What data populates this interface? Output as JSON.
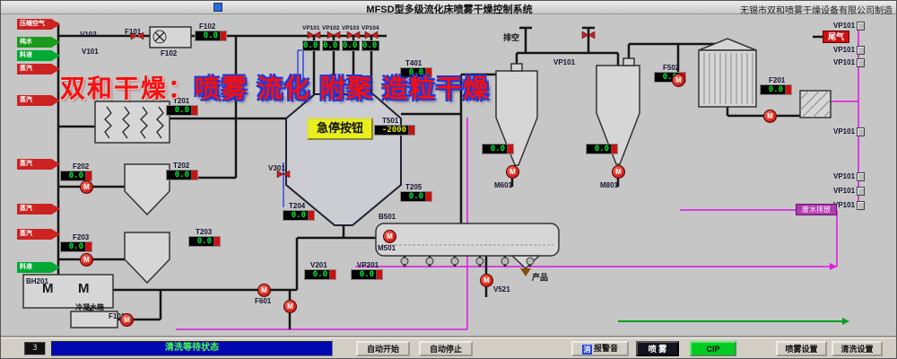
{
  "header": {
    "title": "MFSD型多级流化床喷雾干燥控制系统",
    "manufacturer": "无锡市双和喷雾干燥设备有限公司制造"
  },
  "watermark": {
    "brand": "双和干燥：",
    "slogan": "喷雾 流化 附聚 造粒干燥"
  },
  "diagram": {
    "estop_label": "急停按钮",
    "vent_label": "排空",
    "tailgas_label": "尾气",
    "product_label": "产品",
    "condensate_label": "冷凝水箱",
    "waste_label": "废水排放",
    "pump_symbol": "M",
    "feeds": [
      {
        "label": "压缩空气",
        "color": "#cc2222"
      },
      {
        "label": "纯水",
        "color": "#1a9a1a"
      },
      {
        "label": "料液",
        "color": "#00aa33"
      },
      {
        "label": "蒸汽",
        "color": "#cc2222"
      },
      {
        "label": "蒸汽",
        "color": "#cc2222"
      },
      {
        "label": "蒸汽",
        "color": "#cc2222"
      },
      {
        "label": "蒸汽",
        "color": "#cc2222"
      },
      {
        "label": "蒸汽",
        "color": "#cc2222"
      },
      {
        "label": "料液",
        "color": "#00aa33"
      }
    ],
    "instruments": [
      {
        "tag": "F102",
        "value": "0.0"
      },
      {
        "tag": "VP101",
        "value": "0.0"
      },
      {
        "tag": "VP102",
        "value": "0.0"
      },
      {
        "tag": "VP103",
        "value": "0.0"
      },
      {
        "tag": "VP104",
        "value": "0.0"
      },
      {
        "tag": "T401",
        "value": "0.0"
      },
      {
        "tag": "T201",
        "value": "0.0"
      },
      {
        "tag": "T202",
        "value": "0.0"
      },
      {
        "tag": "F202",
        "value": "0.0"
      },
      {
        "tag": "T203",
        "value": "0.0"
      },
      {
        "tag": "F203",
        "value": "0.0"
      },
      {
        "tag": "T204",
        "value": "0.0"
      },
      {
        "tag": "T205",
        "value": "0.0"
      },
      {
        "tag": "T501",
        "value": "-2000"
      },
      {
        "tag": "V201",
        "value": "0.0"
      },
      {
        "tag": "VP201",
        "value": "0.0"
      },
      {
        "tag": "F201",
        "value": "0.0"
      },
      {
        "tag": "F502",
        "value": "0.0"
      },
      {
        "tag": "",
        "value": "0.0"
      },
      {
        "tag": "",
        "value": "0.0"
      }
    ],
    "tags": [
      "F101",
      "V102",
      "V101",
      "F102",
      "V301",
      "B501",
      "M501",
      "M601",
      "M801",
      "V521",
      "F601",
      "F101",
      "BH201",
      "VP101",
      "VP101",
      "VP101",
      "VP101",
      "VP101",
      "VP101",
      "VP101",
      "VP101"
    ]
  },
  "footer": {
    "counter": "3",
    "status": "清洗等待状态",
    "buttons": {
      "auto_start": "自动开始",
      "auto_stop": "自动停止",
      "mute_icon": "消",
      "mute": "报警音",
      "spray": "喷 雾",
      "cip": "CIP",
      "spray_settings": "喷雾设置",
      "clean_settings": "清洗设置"
    }
  }
}
